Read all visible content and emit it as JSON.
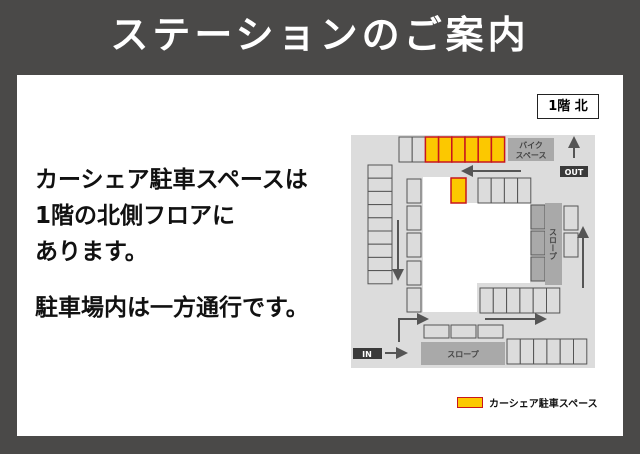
{
  "header": {
    "title": "ステーションのご案内"
  },
  "description": {
    "lines": [
      "カーシェア駐車スペースは",
      "1階の北側フロアに",
      "あります。",
      "駐車場内は一方通行です。"
    ]
  },
  "map": {
    "floor_label": "1階 北",
    "bike_space": [
      "バイク",
      "スペース"
    ],
    "out_label": "OUT",
    "in_label": "IN",
    "slope_label": "スロープ",
    "slope_vertical_label": "スロープ"
  },
  "legend": {
    "label": "カーシェア駐車スペース",
    "color": "#fcc800",
    "border": "#c8161d"
  }
}
